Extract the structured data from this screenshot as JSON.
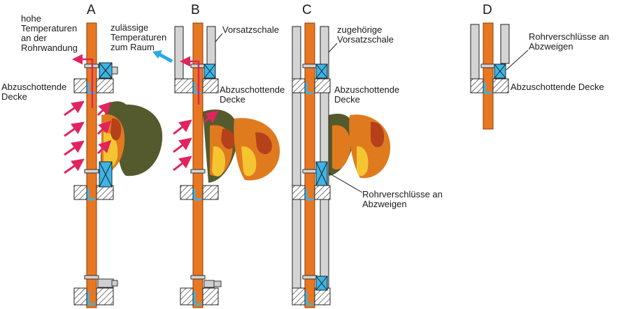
{
  "panels": {
    "a": {
      "letter": "A"
    },
    "b": {
      "letter": "B"
    },
    "c": {
      "letter": "C"
    },
    "d": {
      "letter": "D"
    }
  },
  "labels": {
    "hot_wall": "hohe\nTemperaturen\nan der\nRohrwandung",
    "room_temp": "zulässige\nTemperaturen\nzum Raum",
    "shell_b": "Vorsatzschale",
    "shell_c": "zugehörige\nVorsatzschale",
    "plugs_d": "Rohrverschlüsse an\nAbzweigen",
    "ceiling_a": "Abzuschottende\nDecke",
    "ceiling_b": "Abzuschottende\nDecke",
    "ceiling_c": "Abzuschottende\nDecke",
    "ceiling_d": "Abzuschottende Decke",
    "plugs_c": "Rohrverschlüsse an\nAbzweigen"
  },
  "colors": {
    "pipe": "#e87722",
    "pipe_outline": "#8a3f0a",
    "plug": "#3cb4e6",
    "shell": "#d4d4d4",
    "hot_arrow": "#e0245e",
    "room_arrow": "#2aaae2",
    "fire_dark": "#555a2e"
  }
}
